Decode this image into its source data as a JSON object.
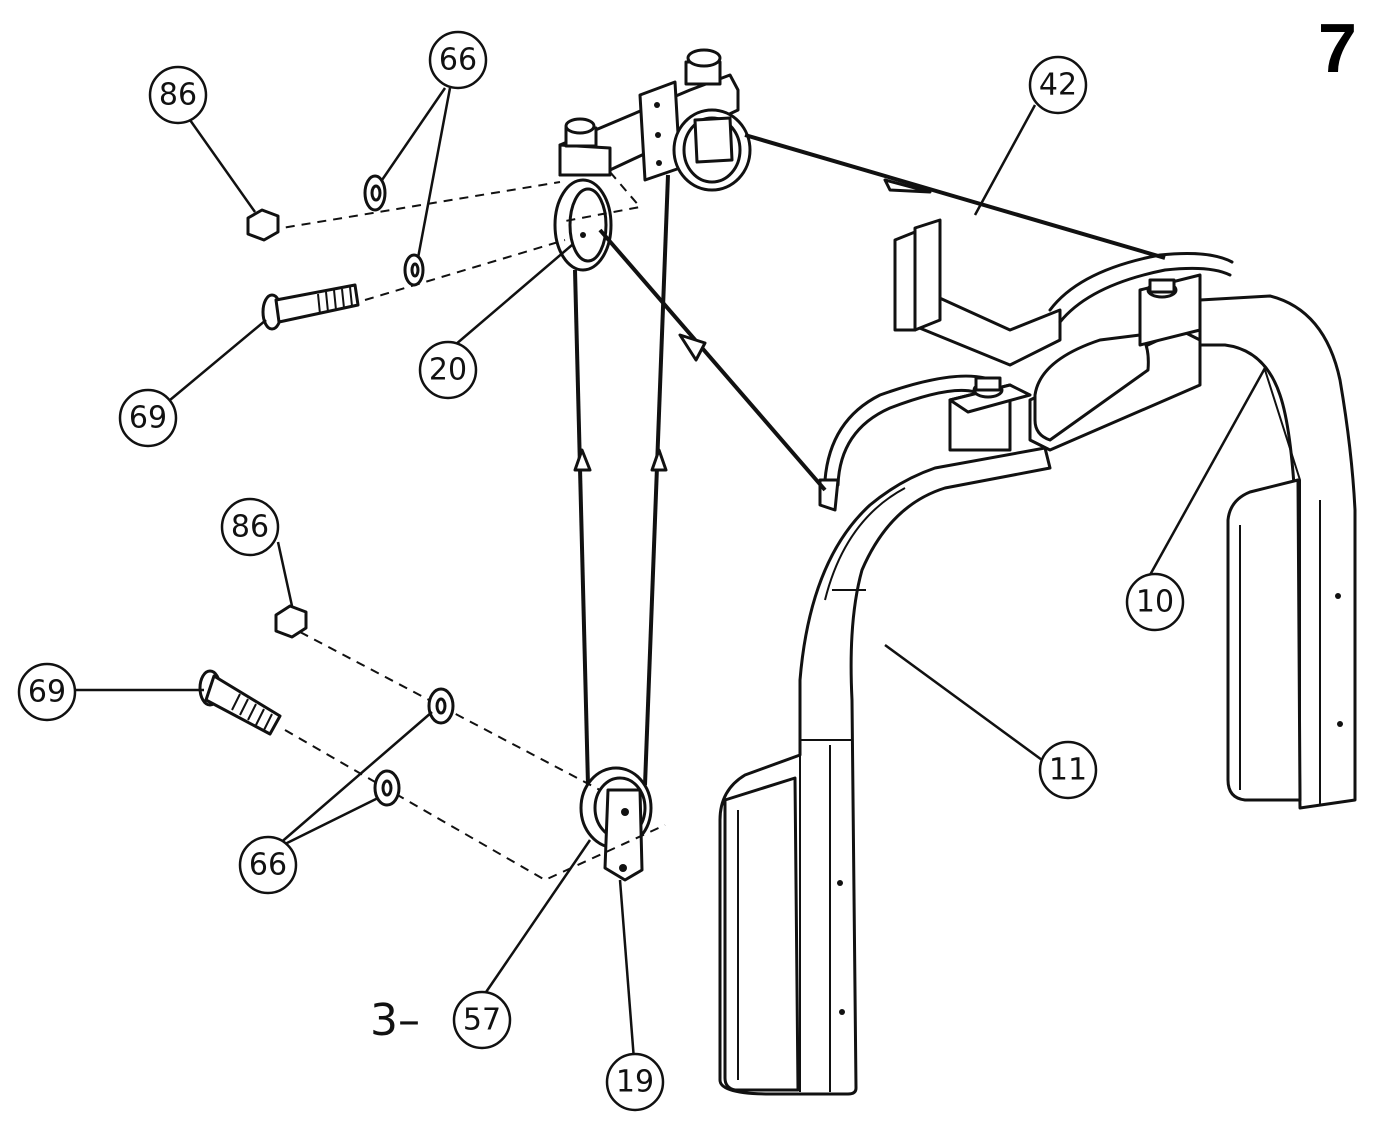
{
  "step_number": "7",
  "callouts": {
    "c86_top": "86",
    "c66_top": "66",
    "c69_top": "69",
    "c20": "20",
    "c42": "42",
    "c10": "10",
    "c86_bottom": "86",
    "c69_bottom": "69",
    "c66_bottom": "66",
    "c11": "11",
    "c57": "57",
    "c19": "19"
  },
  "quantity_prefix": "3–"
}
